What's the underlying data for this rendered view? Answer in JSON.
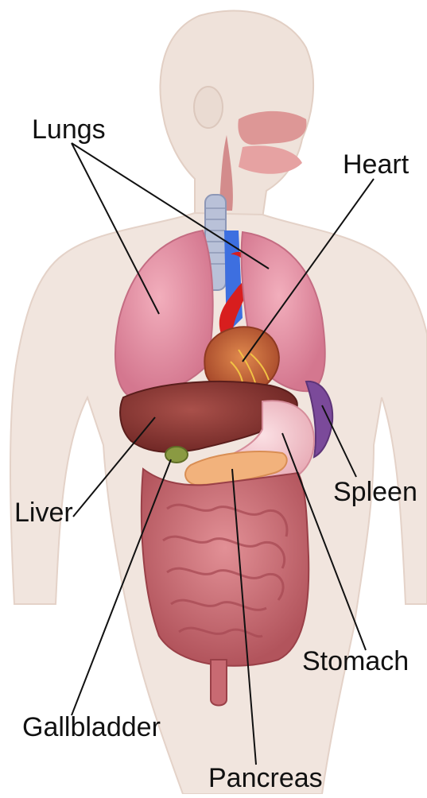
{
  "labels": {
    "lungs": "Lungs",
    "heart": "Heart",
    "spleen": "Spleen",
    "liver": "Liver",
    "stomach": "Stomach",
    "gallbladder": "Gallbladder",
    "pancreas": "Pancreas"
  },
  "colors": {
    "body_outline": "#ead9cf",
    "lung": "#e48fa6",
    "heart": "#c8643a",
    "liver": "#8f3b36",
    "intestine": "#c86a72",
    "pancreas": "#f2b27c",
    "stomach": "#f1c7cf",
    "spleen": "#7b4a9a",
    "gallbladder": "#8a9a42",
    "trachea": "#b9c1d8",
    "vessel_blue": "#3d6fe0",
    "vessel_red": "#d81e1e",
    "line": "#111111"
  }
}
